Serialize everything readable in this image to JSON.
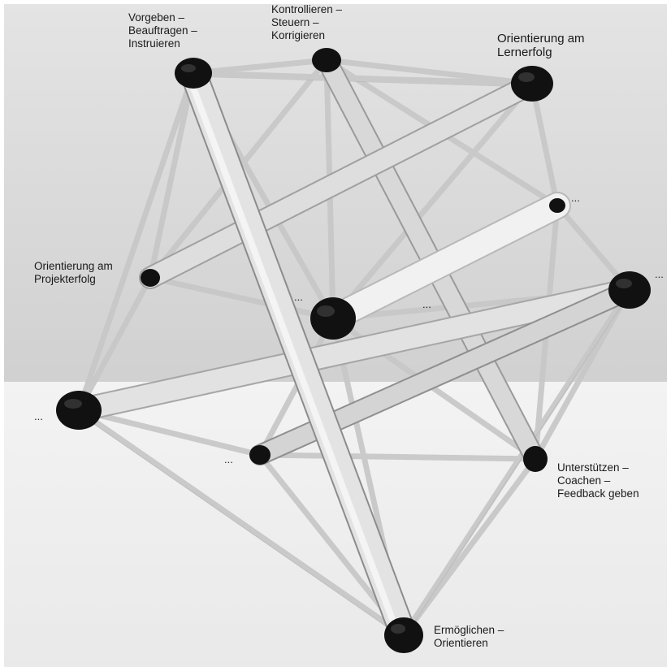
{
  "labels": {
    "vorgeben": [
      "Vorgeben –",
      "Beauftragen –",
      "Instruieren"
    ],
    "kontrollieren": [
      "Kontrollieren –",
      "Steuern –",
      "Korrigieren"
    ],
    "lernerfolg": [
      "Orientierung am",
      "Lernerfolg"
    ],
    "projekterfolg": [
      "Orientierung am",
      "Projekterfolg"
    ],
    "unterstuetzen": [
      "Unterstützen –",
      "Coachen –",
      "Feedback geben"
    ],
    "ermoeglichen": [
      "Ermöglichen –",
      "Orientieren"
    ],
    "ellipsis": "..."
  },
  "colors": {
    "background_wall": "#dcdcdc",
    "floor": "#f2f2f2",
    "strut_wood": "#e6e6e6",
    "tendon": "#cfcfcf",
    "caps": "#111111"
  }
}
